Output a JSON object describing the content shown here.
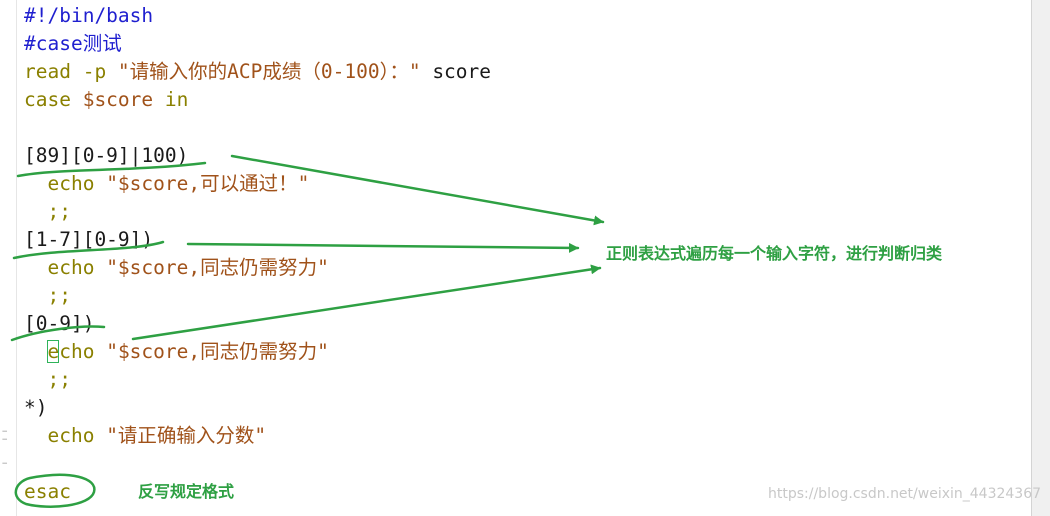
{
  "code_lines": [
    [
      {
        "t": "#!/bin/bash",
        "c": "kw-blue"
      }
    ],
    [
      {
        "t": "#case测试",
        "c": "kw-blue"
      }
    ],
    [
      {
        "t": "read -p ",
        "c": "kw-olive"
      },
      {
        "t": "\"请输入你的ACP成绩（0-100）：\"",
        "c": "str"
      },
      {
        "t": " score",
        "c": "plain"
      }
    ],
    [
      {
        "t": "case ",
        "c": "kw-olive"
      },
      {
        "t": "$score",
        "c": "str"
      },
      {
        "t": " in",
        "c": "kw-olive"
      }
    ],
    [],
    [
      {
        "t": "[89][0-9]|100)",
        "c": "plain"
      }
    ],
    [
      {
        "t": "  echo ",
        "c": "kw-olive"
      },
      {
        "t": "\"$score,可以通过！\"",
        "c": "str"
      }
    ],
    [
      {
        "t": "  ;;",
        "c": "kw-olive"
      }
    ],
    [
      {
        "t": "[1-7][0-9])",
        "c": "plain"
      }
    ],
    [
      {
        "t": "  echo ",
        "c": "kw-olive"
      },
      {
        "t": "\"$score,同志仍需努力\"",
        "c": "str"
      }
    ],
    [
      {
        "t": "  ;;",
        "c": "kw-olive"
      }
    ],
    [
      {
        "t": "[0-9])",
        "c": "plain"
      }
    ],
    [
      {
        "t": "  ",
        "c": "plain"
      },
      {
        "t": "e",
        "c": "kw-olive",
        "caret": true
      },
      {
        "t": "cho ",
        "c": "kw-olive"
      },
      {
        "t": "\"$score,同志仍需努力\"",
        "c": "str"
      }
    ],
    [
      {
        "t": "  ;;",
        "c": "kw-olive"
      }
    ],
    [
      {
        "t": "*)",
        "c": "plain"
      }
    ],
    [
      {
        "t": "  echo ",
        "c": "kw-olive"
      },
      {
        "t": "\"请正确输入分数\"",
        "c": "str"
      }
    ],
    [],
    [
      {
        "t": "esac",
        "c": "kw-olive"
      }
    ]
  ],
  "annotations": {
    "regex_note": "正则表达式遍历每一个输入字符，进行判断归类",
    "esac_note": "反写规定格式"
  },
  "watermark": "https://blog.csdn.net/weixin_44324367",
  "colors": {
    "annotation_green": "#2ea043",
    "keyword_blue": "#1f1fcf",
    "keyword_olive": "#8a8000",
    "string_brown": "#a0521a"
  }
}
